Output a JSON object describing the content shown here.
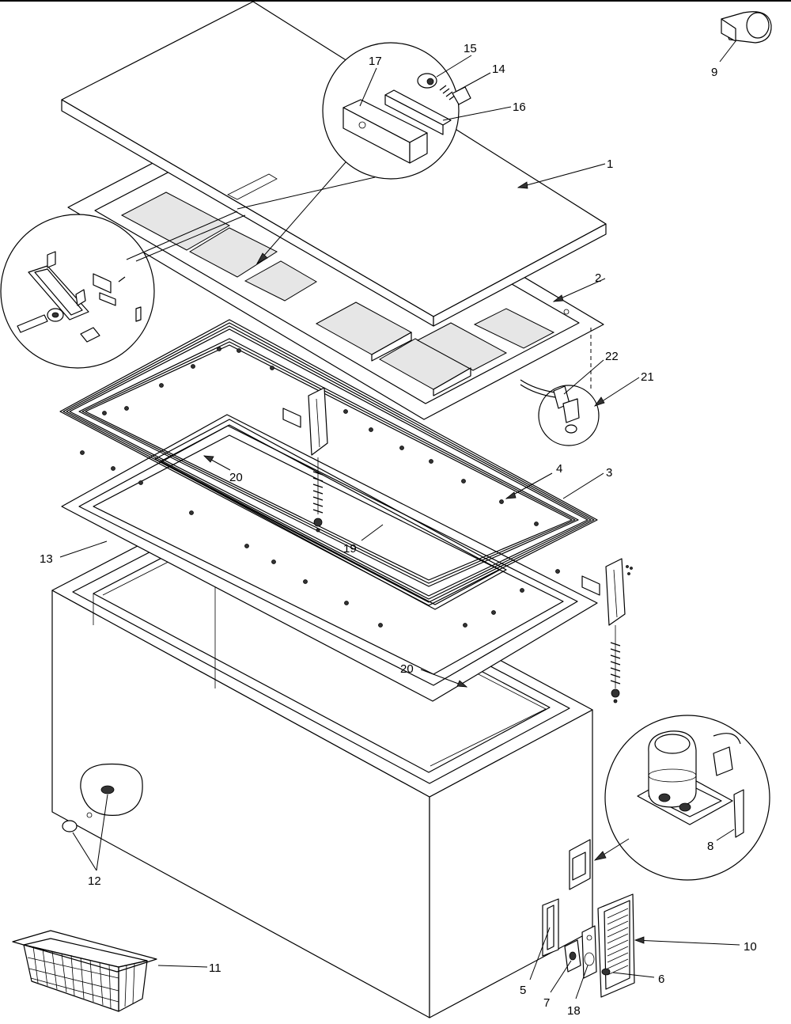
{
  "diagram": {
    "callouts": [
      {
        "id": "1",
        "label": "1"
      },
      {
        "id": "2",
        "label": "2"
      },
      {
        "id": "3",
        "label": "3"
      },
      {
        "id": "4",
        "label": "4"
      },
      {
        "id": "5",
        "label": "5"
      },
      {
        "id": "6",
        "label": "6"
      },
      {
        "id": "7",
        "label": "7"
      },
      {
        "id": "8",
        "label": "8"
      },
      {
        "id": "9",
        "label": "9"
      },
      {
        "id": "10",
        "label": "10"
      },
      {
        "id": "11",
        "label": "11"
      },
      {
        "id": "12",
        "label": "12"
      },
      {
        "id": "13",
        "label": "13"
      },
      {
        "id": "14",
        "label": "14"
      },
      {
        "id": "15",
        "label": "15"
      },
      {
        "id": "16",
        "label": "16"
      },
      {
        "id": "17",
        "label": "17"
      },
      {
        "id": "18",
        "label": "18"
      },
      {
        "id": "19",
        "label": "19"
      },
      {
        "id": "20a",
        "label": "20"
      },
      {
        "id": "20b",
        "label": "20"
      },
      {
        "id": "21",
        "label": "21"
      },
      {
        "id": "22",
        "label": "22"
      }
    ]
  }
}
